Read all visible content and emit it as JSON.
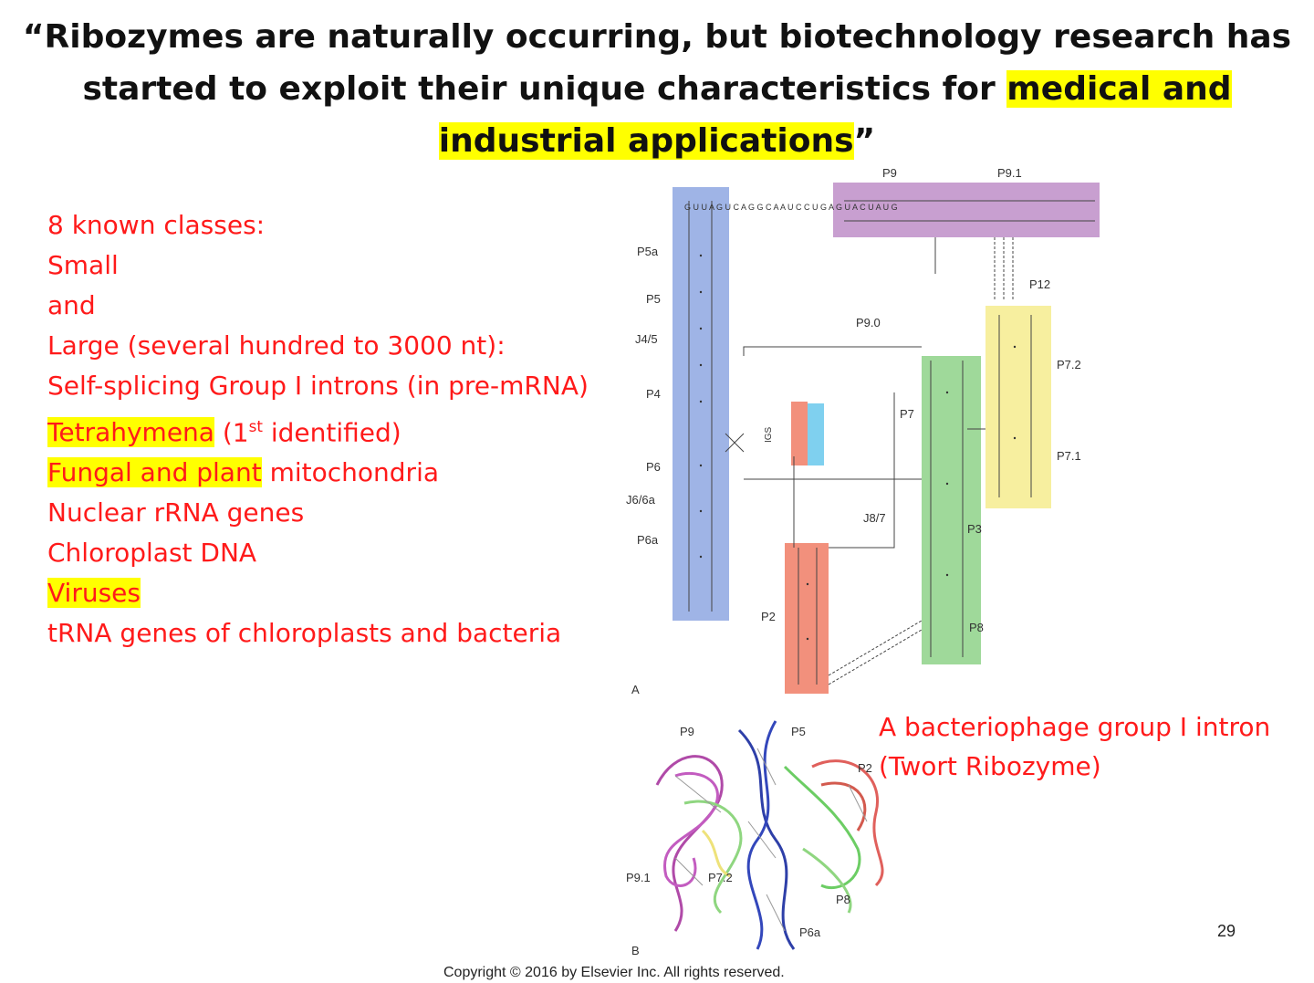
{
  "title": {
    "part1": "“Ribozymes are naturally occurring, but biotechnology research has started to exploit their unique characteristics for ",
    "highlight": "medical and industrial applications",
    "part2": "”"
  },
  "list": {
    "item1": "8 known classes:",
    "item2": "Small",
    "item3": "and",
    "item4": "Large (several hundred to 3000 nt):",
    "item5": "Self-splicing Group I introns (in pre-mRNA)",
    "item6_hl": "Tetrahymena",
    "item6_a": " (1",
    "item6_sup": "st",
    "item6_b": " identified)",
    "item7_hl": "Fungal and plant",
    "item7_rest": " mitochondria",
    "item8": "Nuclear rRNA genes",
    "item9": "Chloroplast DNA",
    "item10_hl": "Viruses",
    "item11": "tRNA genes of chloroplasts and bacteria"
  },
  "caption": {
    "line1": "A bacteriophage group I intron",
    "line2": "(Twort Ribozyme)"
  },
  "figure": {
    "panel_a": "A",
    "panel_b": "B",
    "labels_a": [
      "P9",
      "P9.1",
      "P5a",
      "P5",
      "J4/5",
      "P4",
      "P6",
      "J6/6a",
      "P6a",
      "P9.0",
      "P12",
      "P7.2",
      "P7",
      "P7.1",
      "IGS",
      "J8/7",
      "P3",
      "P2",
      "P8"
    ],
    "labels_b": [
      "P9",
      "P5",
      "P2",
      "P9.1",
      "P7.2",
      "P8",
      "P6a"
    ]
  },
  "page_number": "29",
  "copyright": "Copyright © 2016 by Elsevier Inc. All rights reserved.",
  "colors": {
    "text_red": "#ff1a1a",
    "highlight": "#ffff00",
    "p9_box": "#c89fd0",
    "p5_box": "#9fb4e6",
    "p7_box": "#9fd99a",
    "p72_box": "#f7ef9f",
    "p2_box": "#f2907c",
    "igs_box": "#7fd0ef"
  }
}
